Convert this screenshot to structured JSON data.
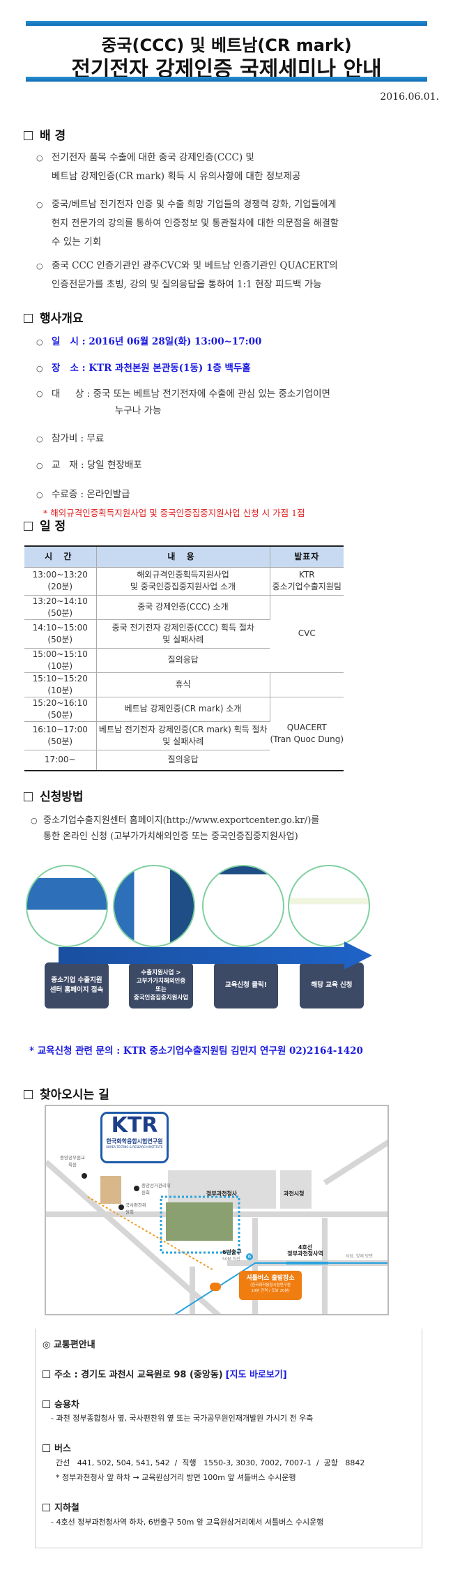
{
  "header": {
    "title_line1": "중국(CCC) 및 베트남(CR mark)",
    "title_line2": "전기전자 강제인증 국제세미나 안내",
    "date": "2016.06.01."
  },
  "background": {
    "heading": "배 경",
    "items": [
      {
        "line1": "전기전자 품목 수출에 대한 중국 강제인증(CCC) 및",
        "line2": "베트남 강제인증(CR mark) 획득 시 유의사항에 대한 정보제공"
      },
      {
        "line1": "중국/베트남 전기전자 인증 및 수출 희망 기업들의 경쟁력 강화, 기업들에게",
        "line2": "현지 전문가의 강의를 통하여 인증정보 및 통관절차에 대한 의문점을 해결할",
        "line3": "수 있는 기회"
      },
      {
        "line1": "중국 CCC 인증기관인 광주CVC와 및 베트남 인증기관인 QUACERT의",
        "line2": "인증전문가를 초빙, 강의 및 질의응답을 통하여 1:1 현장 피드백 가능"
      }
    ]
  },
  "overview": {
    "heading": "행사개요",
    "items": [
      {
        "label": "일   시 :",
        "value": "2016년 06월 28일(화) 13:00~17:00"
      },
      {
        "label": "장   소 :",
        "value": "KTR 과천본원 본관동(1동) 1층 백두홀"
      },
      {
        "label": "대     상 :",
        "value": "중국 또는 베트남 전기전자에 수출에 관심 있는 중소기업이면",
        "value2": "누구나 가능"
      },
      {
        "label": "참가비 :",
        "value": "무료"
      },
      {
        "label": "교   재 :",
        "value": "당일 현장배포"
      },
      {
        "label": "수료증 :",
        "value": "온라인발급"
      }
    ],
    "note": "* 해외규격인증획득지원사업 및 중국인증집중지원사업 신청 시 가점 1점"
  },
  "schedule": {
    "heading": "일 정",
    "columns": [
      "시 간",
      "내 용",
      "발표자"
    ],
    "rows": [
      {
        "time": "13:00~13:20 (20분)",
        "content": "해외규격인증획득지원사업",
        "content2": "및 중국인증집중지원사업 소개"
      },
      {
        "time": "13:20~14:10 (50분)",
        "content": "중국 강제인증(CCC) 소개"
      },
      {
        "time": "14:10~15:00 (50분)",
        "content": "중국 전기전자 강제인증(CCC) 획득 절차",
        "content2": "및 실패사례"
      },
      {
        "time": "15:00~15:10 (10분)",
        "content": "질의응답"
      },
      {
        "time": "15:10~15:20 (10분)",
        "content": "휴식"
      },
      {
        "time": "15:20~16:10 (50분)",
        "content": "베트남 강제인증(CR mark) 소개"
      },
      {
        "time": "16:10~17:00 (50분)",
        "content": "베트남 전기전자 강제인증(CR mark) 획득 절차",
        "content2": "및 실패사례"
      },
      {
        "time": "17:00~",
        "content": "질의응답"
      }
    ],
    "presenters": {
      "ktr": "KTR",
      "ktr2": "중소기업수출지원팀",
      "cvc": "CVC",
      "quacert": "QUACERT",
      "quacert2": "(Tran Quoc Dung)"
    }
  },
  "apply": {
    "heading": "신청방법",
    "line1": "중소기업수출지원센터 홈페이지(http://www.exportcenter.go.kr/)를",
    "line2": "통한 온라인 신청 (고부가가치해외인증 또는 중국인증집중지원사업)",
    "steps": [
      {
        "l1": "중소기업 수출지원",
        "l2": "센터 홈페이지 접속"
      },
      {
        "l1": "수출지원사업 >",
        "l2": "고부가가치해외인증",
        "l3": "또는",
        "l4": "중국인증집중지원사업"
      },
      {
        "l1": "교육신청 클릭!"
      },
      {
        "l1": "해당 교육 신청"
      }
    ],
    "inquiry": "* 교육신청 관련 문의 : KTR 중소기업수출지원팀 김민지 연구원 02)2164-1420"
  },
  "directions": {
    "heading": "찾아오시는 길",
    "map": {
      "logo": "KTR",
      "logo_kr": "한국화학융합시험연구원",
      "logo_en": "KOREA TESTING & RESEARCH INSTITUTE",
      "poi1": "중앙공무원교육원",
      "poi2": "중앙선거관리위원회",
      "poi3": "국사편찬위원회",
      "gov": "정부과천청사",
      "city": "과천시청",
      "station_line": "4호선",
      "station": "정부과천청사역",
      "exit": "6번출구",
      "exit_sub": "50M 직진",
      "exit_no": "6",
      "direction": "사당, 양재 방면",
      "shuttle": "셔틀버스 출발장소",
      "shuttle_sub1": "(한국화학융합시험연구원",
      "shuttle_sub2": "10분 간격 / 도보 20분)"
    },
    "traffic": {
      "title": "◎ 교통편안내",
      "address_label": "주소 : 경기도 과천시 교육원로 98 (중앙동)",
      "map_link": "[지도 바로보기]",
      "car_label": "승용차",
      "car": "- 과천 정부종합청사 옆, 국사편찬위 옆 또는 국가공무원인재개발원 가시기 전 우측",
      "bus_label": "버스",
      "bus": "간선   441, 502, 504, 541, 542  /  직행   1550-3, 3030, 7002, 7007-1  /  공항   8842",
      "bus_note": "* 정부과천청사 앞 하차 → 교육원삼거리 방면 100m 앞 셔틀버스 수시운행",
      "subway_label": "지하철",
      "subway": "- 4호선 정부과천청사역 하차, 6번출구 50m 앞 교육원삼거리에서 셔틀버스 수시운행"
    }
  }
}
